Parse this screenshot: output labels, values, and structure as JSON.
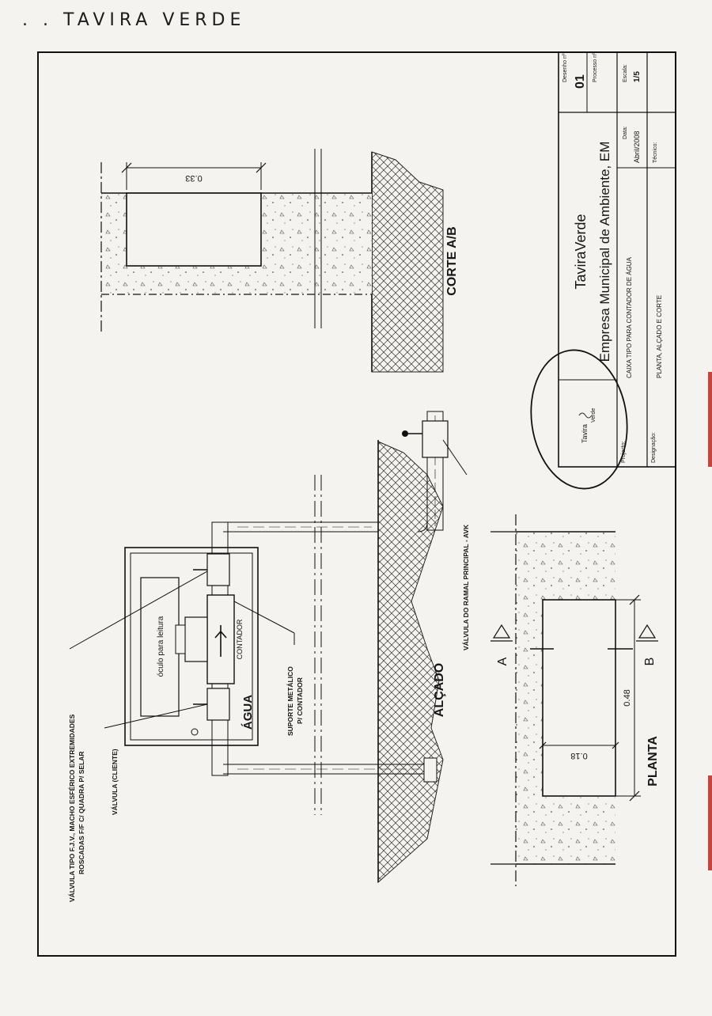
{
  "handwritten_note": ". .  TAVIRA VERDE",
  "title_block": {
    "drawing_no_label": "Desenho nº:",
    "drawing_no": "01",
    "process_no_label": "Processo nº:",
    "company_short": "TaviraVerde",
    "company_full": "Empresa Municipal de Ambiente, EM",
    "date_label": "Data:",
    "date": "Abril/2008",
    "scale_label": "Escala:",
    "scale": "1/5",
    "technician_label": "Técnico:",
    "project_label": "Projecto:",
    "project": "CAIXA TIPO PARA CONTADOR DE ÁGUA",
    "designation_label": "Designação:",
    "designation": "PLANTA, ALÇADO E CORTE",
    "logo_text_1": "Tavira",
    "logo_text_2": "Verde"
  },
  "views": {
    "section": "CORTE A/B",
    "elevation": "ALÇADO",
    "plan": "PLANTA"
  },
  "dimensions": {
    "section_width": "0.33",
    "plan_length": "0.48",
    "plan_width": "0.18"
  },
  "section_markers": {
    "a": "A",
    "b": "B"
  },
  "labels": {
    "valve_fjv": "VÁLVULA TIPO F.J.V., MACHO ESFÉRICO EXTREMIDADES",
    "valve_fjv_2": "ROSCADAS F/F C/ QUADRA P/ SELAR",
    "valve_client": "VÁLVULA (CLIENTE)",
    "support": "SUPORTE METÁLICO",
    "support_2": "P/ CONTADOR",
    "main_valve": "VÁLVULA DO RAMAL PRINCIPAL - AVK",
    "reading_window": "óculo para leitura",
    "meter": "CONTADOR",
    "water": "ÁGUA"
  }
}
